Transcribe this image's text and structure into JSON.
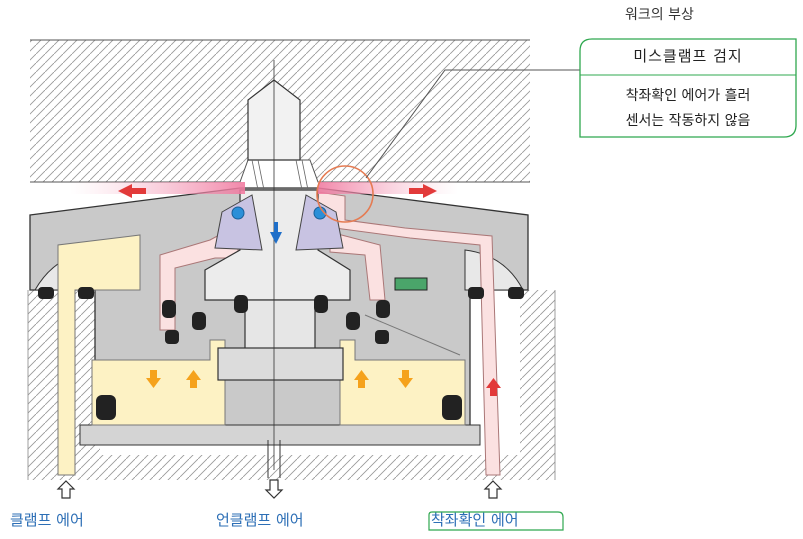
{
  "labels": {
    "workpiece_lift": "워크의 부상",
    "callout_title": "미스클램프 검지",
    "callout_line1": "착좌확인 에어가 흘러",
    "callout_line2": "센서는 작동하지 않음",
    "clamp_air": "클램프 에어",
    "unclamp_air": "언클램프 에어",
    "seat_check_air": "착좌확인 에어"
  },
  "colors": {
    "body_gray": "#c9c9c9",
    "clamp_air_yellow": "#fdf2c4",
    "seat_air_pink": "#fbe1e1",
    "piston_purple": "#c8c3e2",
    "callout_green": "#2fa84f",
    "label_blue": "#2d6fb6",
    "arrow_red": "#e23a3a",
    "arrow_orange": "#f5a21c",
    "arrow_blue": "#1f6fc9"
  }
}
